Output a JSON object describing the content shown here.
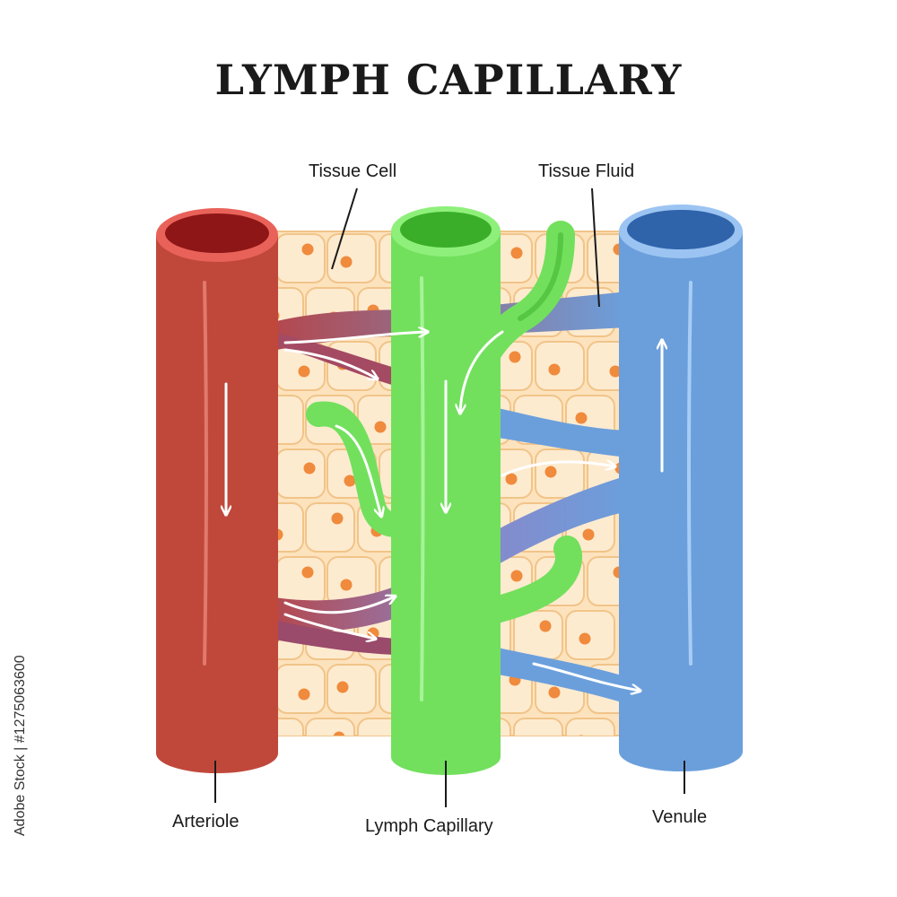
{
  "title": "LYMPH CAPILLARY",
  "labels": {
    "tissue_cell": "Tissue Cell",
    "tissue_fluid": "Tissue Fluid",
    "arteriole": "Arteriole",
    "lymph_capillary": "Lymph Capillary",
    "venule": "Venule"
  },
  "stock_id": "Adobe Stock | #1275063600",
  "colors": {
    "arteriole": "#c0483b",
    "arteriole_top": "#8f1616",
    "lymph": "#72e05d",
    "lymph_top": "#3aae29",
    "venule": "#6b9fdc",
    "venule_top": "#2f64ab",
    "tissue": "#fde3bd",
    "tissue_border": "#f1c489",
    "nucleus": "#f08a3c",
    "arrow": "#ffffff"
  }
}
